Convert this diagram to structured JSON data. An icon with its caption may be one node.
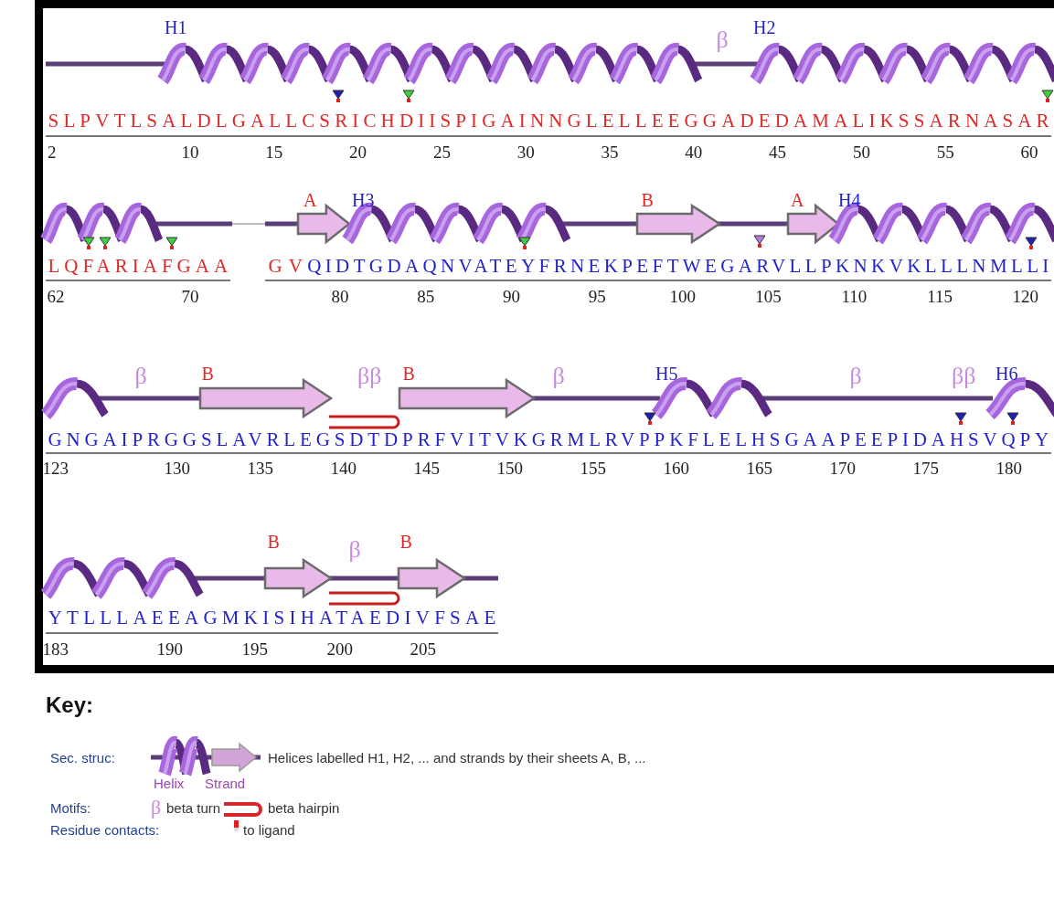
{
  "diagram": {
    "labels": [
      "H1",
      "β",
      "H2",
      "SLPVTLSALDLGALLCSRICHDIISPIGAINNGLELLEEGGADEDAMALIKSSARNASAR",
      "2",
      "10",
      "15",
      "20",
      "25",
      "30",
      "35",
      "40",
      "45",
      "50",
      "55",
      "60",
      "A",
      "H3",
      "B",
      "A",
      "H4",
      "LQFARIAFGAA",
      "GV",
      "QIDTGDAQNVATEYFRNEKPEFTWEGARVLLPKNKVKLLLNMLLI",
      "62",
      "70",
      "80",
      "85",
      "90",
      "95",
      "100",
      "105",
      "110",
      "115",
      "120",
      "β",
      "B",
      "ββ",
      "B",
      "β",
      "H5",
      "β",
      "ββ",
      "H6",
      "GNGAIPRGGSLAVRLEGSDTDPRFVITVKGRMLRVPPKFLELHSGAAPEEPIDAHSVQPY",
      "123",
      "130",
      "135",
      "140",
      "145",
      "150",
      "155",
      "160",
      "165",
      "170",
      "175",
      "180",
      "B",
      "β",
      "B",
      "YTLLLAEEAGMKISIHATAEDIVFSAE",
      "183",
      "190",
      "195",
      "200",
      "205",
      "Key:",
      "Sec. struc:",
      "Helices labelled H1, H2, ... and strands by their sheets A, B, ...",
      "Motifs:",
      "β",
      "Residue contacts:"
    ],
    "legend": [
      {
        "text": "Helix"
      },
      {
        "text": "Strand"
      },
      {
        "text": "beta turn"
      },
      {
        "text": "beta hairpin"
      },
      {
        "text": "to ligand"
      }
    ]
  }
}
